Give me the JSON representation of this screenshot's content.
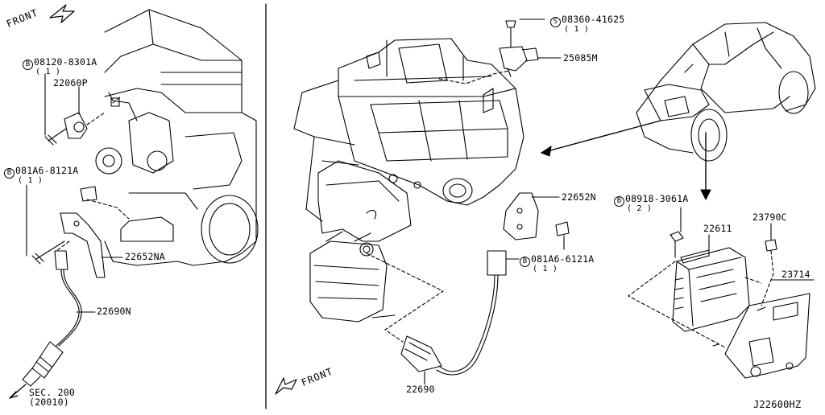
{
  "diagram_code": "J22600HZ",
  "front_labels": [
    "FRONT",
    "FRONT"
  ],
  "section_ref": {
    "line1": "SEC. 200",
    "line2": "(20010)"
  },
  "callouts": [
    {
      "id": "b-08120-8301a",
      "prefix": "B",
      "part": "08120-8301A",
      "qty": "( 1 )"
    },
    {
      "id": "p-22060p",
      "part": "22060P"
    },
    {
      "id": "b-081a6-8121a",
      "prefix": "B",
      "part": "081A6-8121A",
      "qty": "( 1 )"
    },
    {
      "id": "p-22652na",
      "part": "22652NA"
    },
    {
      "id": "p-22690n",
      "part": "22690N"
    },
    {
      "id": "s-08360-41625",
      "prefix": "S",
      "part": "08360-41625",
      "qty": "( 1 )"
    },
    {
      "id": "p-25085m",
      "part": "25085M"
    },
    {
      "id": "p-22652n",
      "part": "22652N"
    },
    {
      "id": "b-081a6-6121a",
      "prefix": "B",
      "part": "081A6-6121A",
      "qty": "( 1 )"
    },
    {
      "id": "p-22690",
      "part": "22690"
    },
    {
      "id": "b-08918-3061a",
      "prefix": "B",
      "part": "08918-3061A",
      "qty": "( 2 )"
    },
    {
      "id": "p-22611",
      "part": "22611"
    },
    {
      "id": "p-23790c",
      "part": "23790C"
    },
    {
      "id": "p-23714",
      "part": "23714"
    }
  ]
}
